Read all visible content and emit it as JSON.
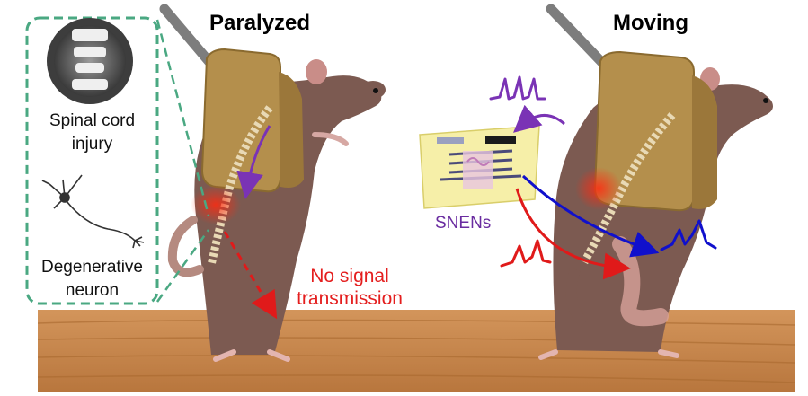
{
  "titles": {
    "left": "Paralyzed",
    "right": "Moving"
  },
  "inset": {
    "top_label": [
      "Spinal cord",
      "injury"
    ],
    "bottom_label": [
      "Degenerative",
      "neuron"
    ]
  },
  "annotations": {
    "no_signal": [
      "No signal",
      "transmission"
    ],
    "device": "SNENs"
  },
  "colors": {
    "inset_border": "#4aa882",
    "no_signal_text": "#e41e1e",
    "device_text": "#6a2ca0",
    "purple_signal": "#7a33b5",
    "red_signal": "#e01a1a",
    "blue_signal": "#1010cc",
    "floor": "#c98a4e"
  },
  "icons": [
    "spine-xray-icon",
    "neuron-icon",
    "rat-illustration",
    "backpack",
    "tether-rod",
    "snen-device",
    "signal-waveform-icon"
  ]
}
